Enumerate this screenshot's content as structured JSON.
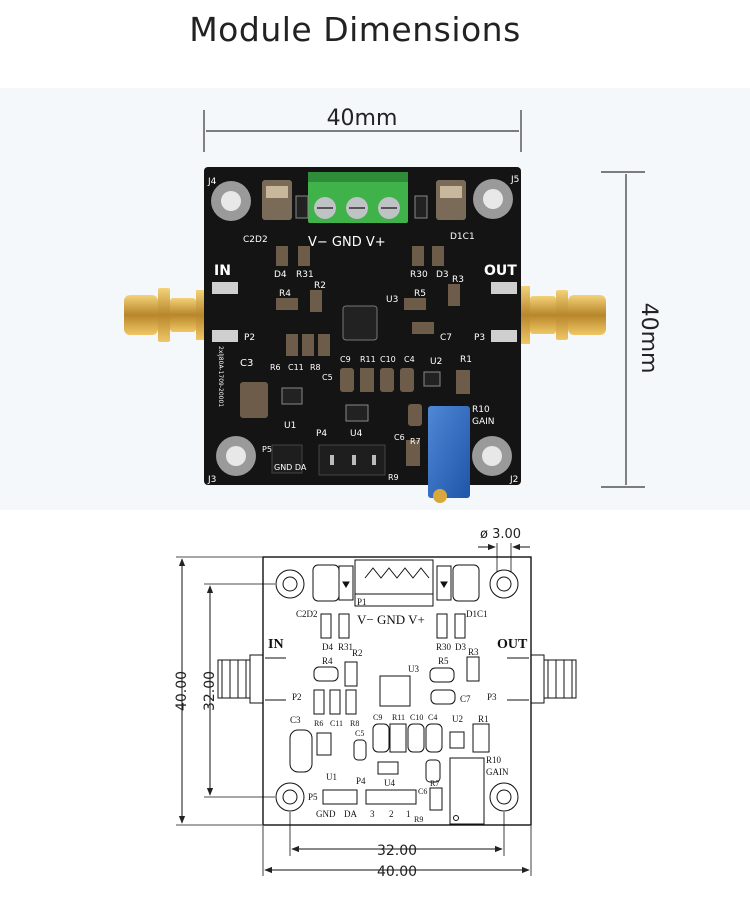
{
  "title": "Module Dimensions",
  "photo": {
    "width_label": "40mm",
    "height_label": "40mm",
    "labels": {
      "J4": "J4",
      "J5": "J5",
      "J3": "J3",
      "J2": "J2",
      "IN": "IN",
      "OUT": "OUT",
      "P1": "V− GND V+",
      "P2": "P2",
      "P3": "P3",
      "P4": "P4",
      "P5": "P5",
      "C2D2": "C2D2",
      "D1C1": "D1C1",
      "D4": "D4",
      "R31": "R31",
      "R30": "R30",
      "D3": "D3",
      "R4": "R4",
      "R2": "R2",
      "R5": "R5",
      "R3": "R3",
      "U3": "U3",
      "C7": "C7",
      "R6": "R6",
      "C11": "C11",
      "R8": "R8",
      "C3": "C3",
      "C9": "C9",
      "R11": "R11",
      "C10": "C10",
      "C4": "C4",
      "U2": "U2",
      "R1": "R1",
      "C5": "C5",
      "U1": "U1",
      "U4": "U4",
      "C6": "C6",
      "R7": "R7",
      "R9": "R9",
      "R10": "R10",
      "GAIN": "GAIN",
      "GNDDA": "GND DA",
      "serial": "2xlJ80A-1709-20001"
    }
  },
  "drawing": {
    "hole_dia": "ø 3.00",
    "outer_w": "40.00",
    "inner_w": "32.00",
    "outer_h": "40.00",
    "inner_h": "32.00",
    "labels": {
      "P1": "P1",
      "VGND": "V− GND V+",
      "C2D2": "C2D2",
      "D1C1": "D1C1",
      "D4": "D4",
      "R31": "R31",
      "R30": "R30",
      "D3": "D3",
      "IN": "IN",
      "OUT": "OUT",
      "R4": "R4",
      "R2": "R2",
      "U3": "U3",
      "R5": "R5",
      "R3": "R3",
      "P2": "P2",
      "P3": "P3",
      "C7": "C7",
      "C3": "C3",
      "R6": "R6",
      "C11": "C11",
      "R8": "R8",
      "C5": "C5",
      "C9": "C9",
      "R11": "R11",
      "C10": "C10",
      "C4": "C4",
      "U2": "U2",
      "R1": "R1",
      "R10": "R10",
      "GAIN": "GAIN",
      "U1": "U1",
      "P4": "P4",
      "U4": "U4",
      "C6": "C6",
      "R7": "R7",
      "P5": "P5",
      "GND": "GND",
      "DA": "DA",
      "n3": "3",
      "n2": "2",
      "n1": "1",
      "R9": "R9"
    }
  }
}
